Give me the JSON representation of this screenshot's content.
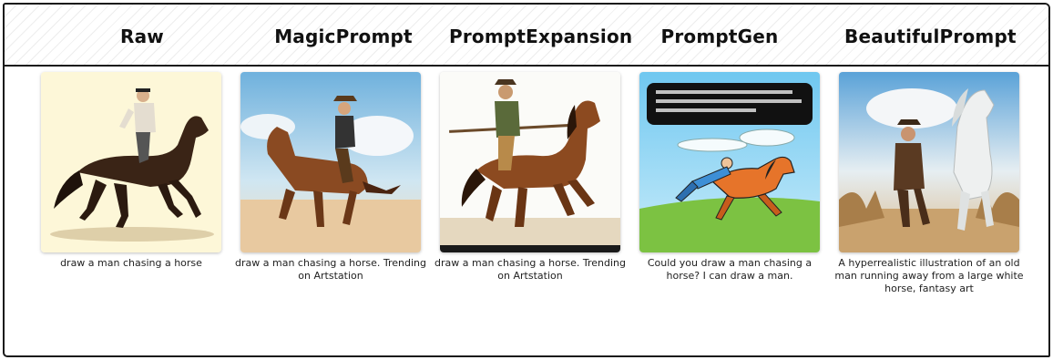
{
  "columns": [
    {
      "title": "Raw",
      "caption": "draw a man chasing a horse"
    },
    {
      "title": "MagicPrompt",
      "caption": "draw a man chasing a horse. Trending on Artstation"
    },
    {
      "title": "PromptExpansion",
      "caption": "draw a man chasing a horse. Trending on Artstation"
    },
    {
      "title": "PromptGen",
      "caption": "Could you draw a man chasing a horse? I can draw a man."
    },
    {
      "title": "BeautifulPrompt",
      "caption": "A hyperrealistic illustration of an old man running away from a large white horse, fantasy art"
    }
  ],
  "colors": {
    "border": "#1a1a1a",
    "raw_bg": "#fdf7d8",
    "sky_blue": "#8cc3e6",
    "horse_brown": "#7a3f1c",
    "comic_grass": "#7cc242"
  }
}
